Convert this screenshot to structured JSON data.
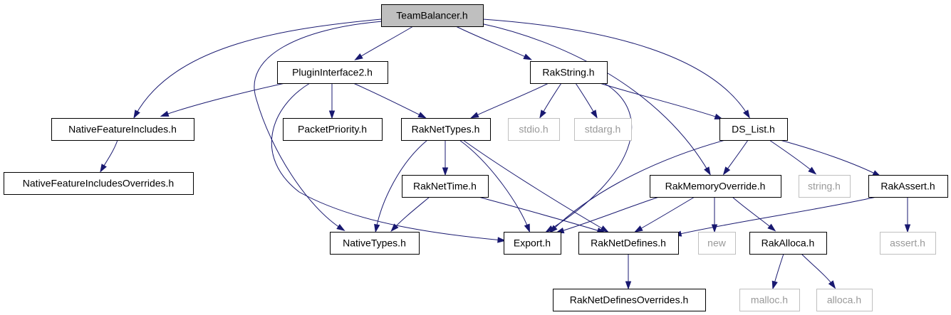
{
  "colors": {
    "edge": "#191970",
    "root_fill": "#bfbfbf",
    "node_stroke": "#000000",
    "missing_stroke": "#bfbfbf",
    "missing_text": "#999999"
  },
  "nodes": [
    {
      "id": "teambalancer",
      "label": "TeamBalancer.h",
      "style": "root"
    },
    {
      "id": "plugininterface2",
      "label": "PluginInterface2.h",
      "style": "normal"
    },
    {
      "id": "rakstring",
      "label": "RakString.h",
      "style": "normal"
    },
    {
      "id": "nativefeatureincludes",
      "label": "NativeFeatureIncludes.h",
      "style": "normal"
    },
    {
      "id": "packetpriority",
      "label": "PacketPriority.h",
      "style": "normal"
    },
    {
      "id": "raknettypes",
      "label": "RakNetTypes.h",
      "style": "normal"
    },
    {
      "id": "stdio",
      "label": "stdio.h",
      "style": "missing"
    },
    {
      "id": "stdarg",
      "label": "stdarg.h",
      "style": "missing"
    },
    {
      "id": "dslist",
      "label": "DS_List.h",
      "style": "normal"
    },
    {
      "id": "nativefeatureincludesoverrides",
      "label": "NativeFeatureIncludesOverrides.h",
      "style": "normal"
    },
    {
      "id": "raknettime",
      "label": "RakNetTime.h",
      "style": "normal"
    },
    {
      "id": "rakmemoryoverride",
      "label": "RakMemoryOverride.h",
      "style": "normal"
    },
    {
      "id": "string",
      "label": "string.h",
      "style": "missing"
    },
    {
      "id": "rakassert",
      "label": "RakAssert.h",
      "style": "normal"
    },
    {
      "id": "nativetypes",
      "label": "NativeTypes.h",
      "style": "normal"
    },
    {
      "id": "export",
      "label": "Export.h",
      "style": "normal"
    },
    {
      "id": "raknetdefines",
      "label": "RakNetDefines.h",
      "style": "normal"
    },
    {
      "id": "new",
      "label": "new",
      "style": "missing"
    },
    {
      "id": "rakalloca",
      "label": "RakAlloca.h",
      "style": "normal"
    },
    {
      "id": "assert",
      "label": "assert.h",
      "style": "missing"
    },
    {
      "id": "raknetdefinesoverrides",
      "label": "RakNetDefinesOverrides.h",
      "style": "normal"
    },
    {
      "id": "malloc",
      "label": "malloc.h",
      "style": "missing"
    },
    {
      "id": "alloca",
      "label": "alloca.h",
      "style": "missing"
    }
  ],
  "edges": [
    {
      "from": "teambalancer",
      "to": "plugininterface2"
    },
    {
      "from": "teambalancer",
      "to": "rakstring"
    },
    {
      "from": "teambalancer",
      "to": "nativefeatureincludes"
    },
    {
      "from": "teambalancer",
      "to": "nativetypes"
    },
    {
      "from": "teambalancer",
      "to": "rakmemoryoverride"
    },
    {
      "from": "teambalancer",
      "to": "dslist"
    },
    {
      "from": "plugininterface2",
      "to": "nativefeatureincludes"
    },
    {
      "from": "plugininterface2",
      "to": "packetpriority"
    },
    {
      "from": "plugininterface2",
      "to": "raknettypes"
    },
    {
      "from": "plugininterface2",
      "to": "export"
    },
    {
      "from": "rakstring",
      "to": "raknettypes"
    },
    {
      "from": "rakstring",
      "to": "stdio"
    },
    {
      "from": "rakstring",
      "to": "stdarg"
    },
    {
      "from": "rakstring",
      "to": "dslist"
    },
    {
      "from": "rakstring",
      "to": "export"
    },
    {
      "from": "nativefeatureincludes",
      "to": "nativefeatureincludesoverrides"
    },
    {
      "from": "raknettypes",
      "to": "raknettime"
    },
    {
      "from": "raknettypes",
      "to": "nativetypes"
    },
    {
      "from": "raknettypes",
      "to": "export"
    },
    {
      "from": "raknettypes",
      "to": "raknetdefines"
    },
    {
      "from": "raknettime",
      "to": "nativetypes"
    },
    {
      "from": "raknettime",
      "to": "raknetdefines"
    },
    {
      "from": "dslist",
      "to": "rakmemoryoverride"
    },
    {
      "from": "dslist",
      "to": "string"
    },
    {
      "from": "dslist",
      "to": "rakassert"
    },
    {
      "from": "dslist",
      "to": "export"
    },
    {
      "from": "rakmemoryoverride",
      "to": "export"
    },
    {
      "from": "rakmemoryoverride",
      "to": "raknetdefines"
    },
    {
      "from": "rakmemoryoverride",
      "to": "new"
    },
    {
      "from": "rakmemoryoverride",
      "to": "rakalloca"
    },
    {
      "from": "rakassert",
      "to": "raknetdefines"
    },
    {
      "from": "rakassert",
      "to": "assert"
    },
    {
      "from": "raknetdefines",
      "to": "raknetdefinesoverrides"
    },
    {
      "from": "rakalloca",
      "to": "malloc"
    },
    {
      "from": "rakalloca",
      "to": "alloca"
    }
  ]
}
